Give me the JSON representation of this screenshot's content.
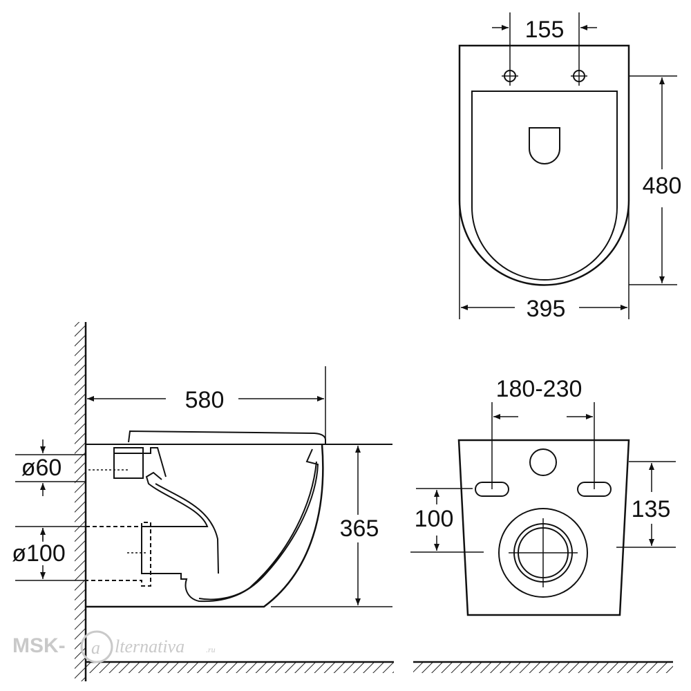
{
  "top_view": {
    "bolt_spacing": "155",
    "depth": "480",
    "width": "395"
  },
  "side_view": {
    "length": "580",
    "height": "365",
    "inlet_diameter": "ø60",
    "outlet_diameter": "ø100"
  },
  "rear_view": {
    "bracket_spacing": "180-230",
    "outlet_height": "100",
    "bracket_height": "135"
  },
  "watermark": {
    "brand": "MSK-",
    "brand_tail": "lternativa",
    "domain": ".ru"
  }
}
